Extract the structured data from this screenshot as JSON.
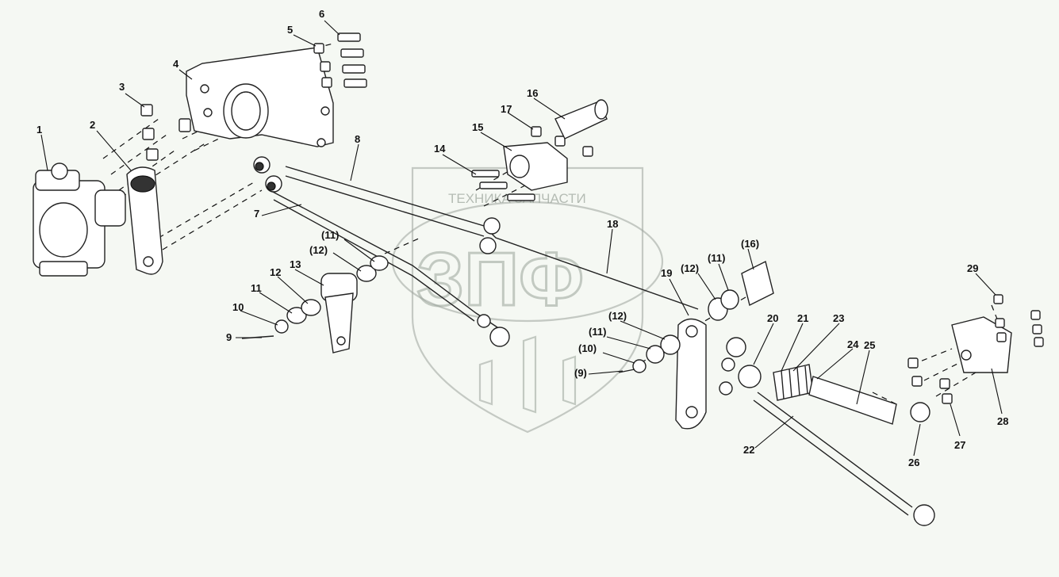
{
  "watermark": {
    "top_text": "ТЕХНИКА ЗАПЧАСТИ",
    "logo_text": "ЗПФ"
  },
  "callouts": [
    {
      "id": "c1",
      "label": "1"
    },
    {
      "id": "c2",
      "label": "2"
    },
    {
      "id": "c3",
      "label": "3"
    },
    {
      "id": "c4",
      "label": "4"
    },
    {
      "id": "c5",
      "label": "5"
    },
    {
      "id": "c6",
      "label": "6"
    },
    {
      "id": "c7",
      "label": "7"
    },
    {
      "id": "c8",
      "label": "8"
    },
    {
      "id": "c9",
      "label": "9"
    },
    {
      "id": "c10",
      "label": "10"
    },
    {
      "id": "c11a",
      "label": "11"
    },
    {
      "id": "c11b",
      "label": "(11)"
    },
    {
      "id": "c12a",
      "label": "12"
    },
    {
      "id": "c12b",
      "label": "(12)"
    },
    {
      "id": "c13",
      "label": "13"
    },
    {
      "id": "c14",
      "label": "14"
    },
    {
      "id": "c15",
      "label": "15"
    },
    {
      "id": "c16",
      "label": "16"
    },
    {
      "id": "c16b",
      "label": "(16)"
    },
    {
      "id": "c17",
      "label": "17"
    },
    {
      "id": "c18",
      "label": "18"
    },
    {
      "id": "c19",
      "label": "19"
    },
    {
      "id": "c12c",
      "label": "(12)"
    },
    {
      "id": "c11c",
      "label": "(11)"
    },
    {
      "id": "c12d",
      "label": "(12)"
    },
    {
      "id": "c11d",
      "label": "(11)"
    },
    {
      "id": "c10b",
      "label": "(10)"
    },
    {
      "id": "c9b",
      "label": "(9)"
    },
    {
      "id": "c20",
      "label": "20"
    },
    {
      "id": "c21",
      "label": "21"
    },
    {
      "id": "c22",
      "label": "22"
    },
    {
      "id": "c23",
      "label": "23"
    },
    {
      "id": "c24",
      "label": "24"
    },
    {
      "id": "c25",
      "label": "25"
    },
    {
      "id": "c26",
      "label": "26"
    },
    {
      "id": "c27",
      "label": "27"
    },
    {
      "id": "c28",
      "label": "28"
    },
    {
      "id": "c29",
      "label": "29"
    }
  ]
}
